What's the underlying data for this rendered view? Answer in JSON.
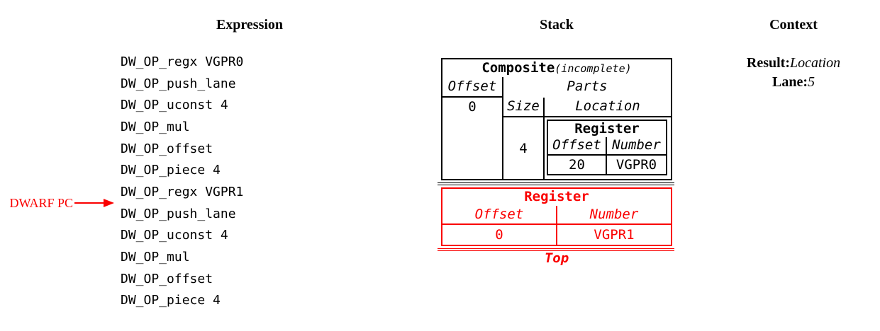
{
  "headers": {
    "expression": "Expression",
    "stack": "Stack",
    "context": "Context"
  },
  "expression_ops": [
    "DW_OP_regx VGPR0",
    "DW_OP_push_lane",
    "DW_OP_uconst 4",
    "DW_OP_mul",
    "DW_OP_offset",
    "DW_OP_piece 4",
    "DW_OP_regx VGPR1",
    "DW_OP_push_lane",
    "DW_OP_uconst 4",
    "DW_OP_mul",
    "DW_OP_offset",
    "DW_OP_piece 4"
  ],
  "pc_marker": {
    "label": "DWARF PC"
  },
  "stack": {
    "composite": {
      "title": "Composite",
      "qualifier": "(incomplete)",
      "offset_header": "Offset",
      "offset_value": "0",
      "parts_header": "Parts",
      "size_header": "Size",
      "size_value": "4",
      "location_header": "Location",
      "register": {
        "title": "Register",
        "offset_header": "Offset",
        "offset_value": "20",
        "number_header": "Number",
        "number_value": "VGPR0"
      }
    },
    "top_entry": {
      "title": "Register",
      "offset_header": "Offset",
      "offset_value": "0",
      "number_header": "Number",
      "number_value": "VGPR1"
    },
    "top_label": "Top"
  },
  "context": {
    "result_label": "Result:",
    "result_value": "Location",
    "lane_label": "Lane:",
    "lane_value": "5"
  },
  "colors": {
    "red": "#fa0000",
    "ink": "#000000"
  }
}
